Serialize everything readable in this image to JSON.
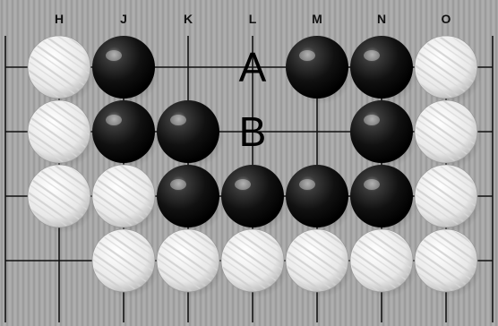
{
  "board": {
    "background_color": "#a8a8a8",
    "line_color": "#111111",
    "columns": [
      "H",
      "J",
      "K",
      "L",
      "M",
      "N",
      "O"
    ],
    "stones": [
      {
        "color": "white",
        "col": "H",
        "row": 1
      },
      {
        "color": "black",
        "col": "J",
        "row": 1
      },
      {
        "color": "black",
        "col": "M",
        "row": 1
      },
      {
        "color": "black",
        "col": "N",
        "row": 1
      },
      {
        "color": "white",
        "col": "O",
        "row": 1
      },
      {
        "color": "white",
        "col": "H",
        "row": 2
      },
      {
        "color": "black",
        "col": "J",
        "row": 2
      },
      {
        "color": "black",
        "col": "K",
        "row": 2
      },
      {
        "color": "black",
        "col": "N",
        "row": 2
      },
      {
        "color": "white",
        "col": "O",
        "row": 2
      },
      {
        "color": "white",
        "col": "H",
        "row": 3
      },
      {
        "color": "white",
        "col": "J",
        "row": 3
      },
      {
        "color": "black",
        "col": "K",
        "row": 3
      },
      {
        "color": "black",
        "col": "L",
        "row": 3
      },
      {
        "color": "black",
        "col": "M",
        "row": 3
      },
      {
        "color": "black",
        "col": "N",
        "row": 3
      },
      {
        "color": "white",
        "col": "O",
        "row": 3
      },
      {
        "color": "white",
        "col": "J",
        "row": 4
      },
      {
        "color": "white",
        "col": "K",
        "row": 4
      },
      {
        "color": "white",
        "col": "L",
        "row": 4
      },
      {
        "color": "white",
        "col": "M",
        "row": 4
      },
      {
        "color": "white",
        "col": "N",
        "row": 4
      },
      {
        "color": "white",
        "col": "O",
        "row": 4
      }
    ],
    "point_labels": [
      {
        "text": "A",
        "col": "L",
        "row": 1
      },
      {
        "text": "B",
        "col": "L",
        "row": 2
      }
    ]
  }
}
